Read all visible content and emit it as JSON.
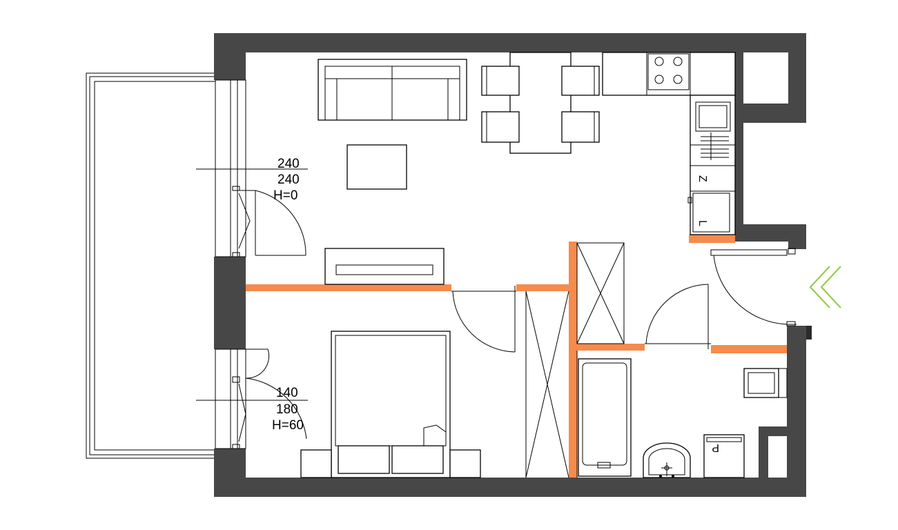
{
  "window_labels": {
    "living": {
      "width": "240",
      "height": "240",
      "sill": "H=0"
    },
    "bedroom": {
      "width": "140",
      "height": "180",
      "sill": "H=60"
    }
  },
  "appliance_labels": {
    "fridge_top": "Z",
    "fridge_bottom": "L",
    "washer": "P"
  },
  "colors": {
    "wall": "#474747",
    "new_wall": "#f58b4c",
    "entry_marker": "#9acb4a",
    "line": "#000000"
  },
  "icons": {
    "entry": "double-chevron-left-icon",
    "stove": "cooktop-icon",
    "sink": "washbasin-icon"
  }
}
